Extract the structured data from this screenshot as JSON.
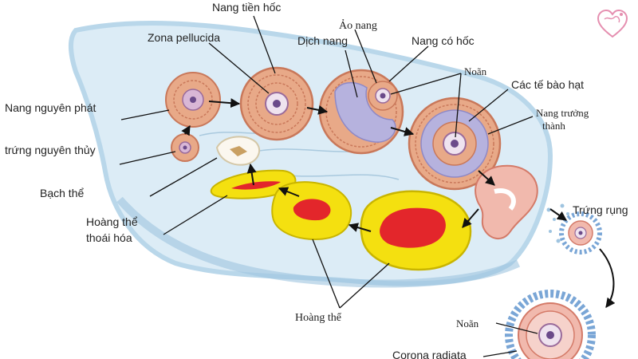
{
  "labels": {
    "nang_tien_hoc": "Nang tiền hốc",
    "ao_nang": "Ảo nang",
    "zona_pellucida": "Zona pellucida",
    "dich_nang": "Dịch nang",
    "nang_co_hoc": "Nang có hốc",
    "noan_top": "Noãn",
    "cac_te_bao_hat": "Các tế bào hạt",
    "nang_truong_thanh_1": "Nang trưởng",
    "nang_truong_thanh_2": "thành",
    "nang_nguyen_phat": "Nang nguyên phát",
    "trung_nguyen_thuy": "trứng nguyên thủy",
    "bach_the": "Bạch thể",
    "hoang_the_thoai_hoa_1": "Hoàng thể",
    "hoang_the_thoai_hoa_2": "thoái hóa",
    "hoang_the": "Hoàng thể",
    "trung_rung": "Trứng rụng",
    "noan_bottom": "Noãn",
    "corona_radiata": "Corona radiata"
  },
  "colors": {
    "ovary_fill": "#dcecf6",
    "ovary_edge": "#b9d7ea",
    "follicle_tan": "#e8a988",
    "follicle_ring": "#c9785a",
    "antrum": "#b6b2de",
    "corpus_yellow": "#f4e010",
    "corpus_red": "#e3262b",
    "arrow": "#111111"
  },
  "logo": {
    "icon": "heart-logo-icon"
  }
}
